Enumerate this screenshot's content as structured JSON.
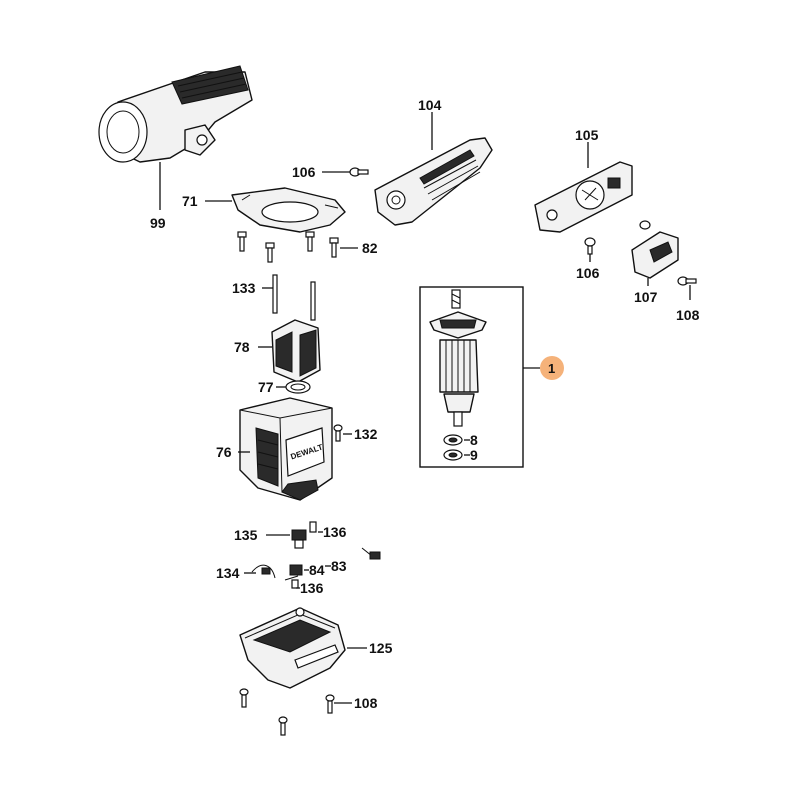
{
  "diagram": {
    "brand_text": "DEWALT",
    "highlight_color": "#f5b27a",
    "labels": {
      "p99": "99",
      "p71": "71",
      "p104": "104",
      "p105": "105",
      "p106a": "106",
      "p106b": "106",
      "p107": "107",
      "p108a": "108",
      "p82": "82",
      "p133": "133",
      "p78": "78",
      "p77": "77",
      "p76": "76",
      "p132": "132",
      "p135": "135",
      "p136a": "136",
      "p136b": "136",
      "p134": "134",
      "p84": "84",
      "p83": "83",
      "p125": "125",
      "p108b": "108",
      "p1": "1",
      "p8": "8",
      "p9": "9"
    }
  }
}
